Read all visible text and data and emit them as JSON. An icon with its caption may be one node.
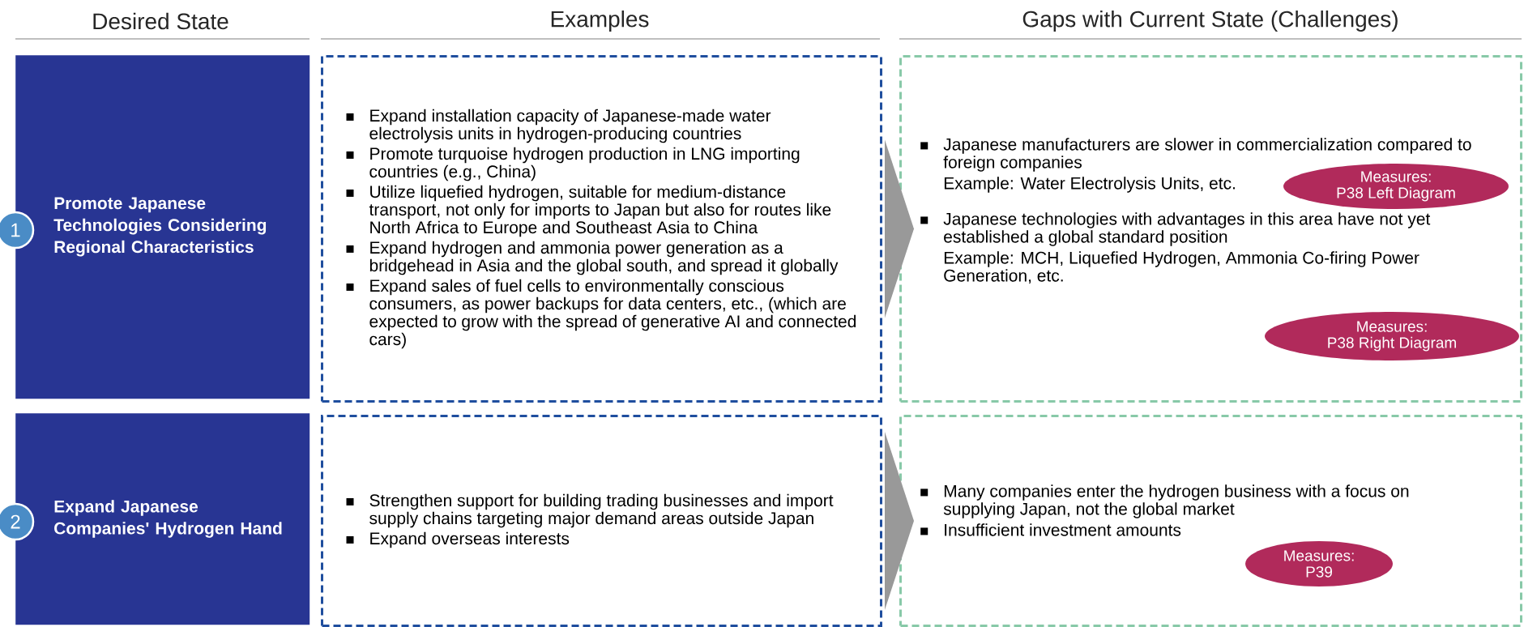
{
  "diagram": {
    "nodes": [
      {
        "text": [
          "Promote Japanese Technologies Considering Regional Characteristics"
        ]
      },
      {
        "text": [
          "1"
        ]
      },
      {
        "text": [
          "Expand installation capacity of Japanese-made water electrolysis units in hydrogen-producing countries",
          "Promote turquoise hydrogen production in LNG importing countries (e.g., China)",
          "Utilize liquefied hydrogen, suitable for medium-distance transport, not only for imports to Japan but also for routes like North Africa to Europe and Southeast Asia to China",
          "Expand hydrogen and ammonia power generation as a bridgehead in Asia and the global south, and spread it globally",
          "Expand sales of fuel cells to environmentally conscious consumers, as power backups for data centers, etc., (which are expected to grow with the spread of generative AI and connected cars)"
        ]
      },
      {
        "text": [
          "Japanese manufacturers are slower in commercialization compared to foreign companies",
          "Example: Water Electrolysis Units, etc.",
          "Japanese technologies with advantages in this area have not yet established a global standard position",
          "Example: MCH, Liquefied Hydrogen, Ammonia Co-firing Power Generation, etc."
        ]
      },
      {
        "text": [
          "Measures:",
          "P38 Left Diagram"
        ],
        "in": 3
      },
      {
        "text": [
          "Measures:",
          "P38 Right Diagram"
        ],
        "in": 3
      },
      {
        "text": [
          "Expand Japanese Companies' Hydrogen Hand"
        ]
      },
      {
        "text": [
          "2"
        ]
      },
      {
        "text": [
          "Strengthen support for building trading businesses and import supply chains targeting major demand areas outside Japan",
          "Expand overseas interests"
        ]
      },
      {
        "text": [
          "Many companies enter the hydrogen business with a focus on supplying Japan, not the global market",
          "Insufficient investment amounts"
        ]
      },
      {
        "text": [
          "Measures:",
          "P39"
        ],
        "in": 9
      }
    ],
    "edges": [
      {
        "from": 2,
        "to": 3,
        "arrow": "to"
      },
      {
        "from": 8,
        "to": 9,
        "arrow": "to"
      }
    ],
    "labels": [
      "Desired State",
      "Examples",
      "Gaps with Current State (Challenges)"
    ]
  }
}
